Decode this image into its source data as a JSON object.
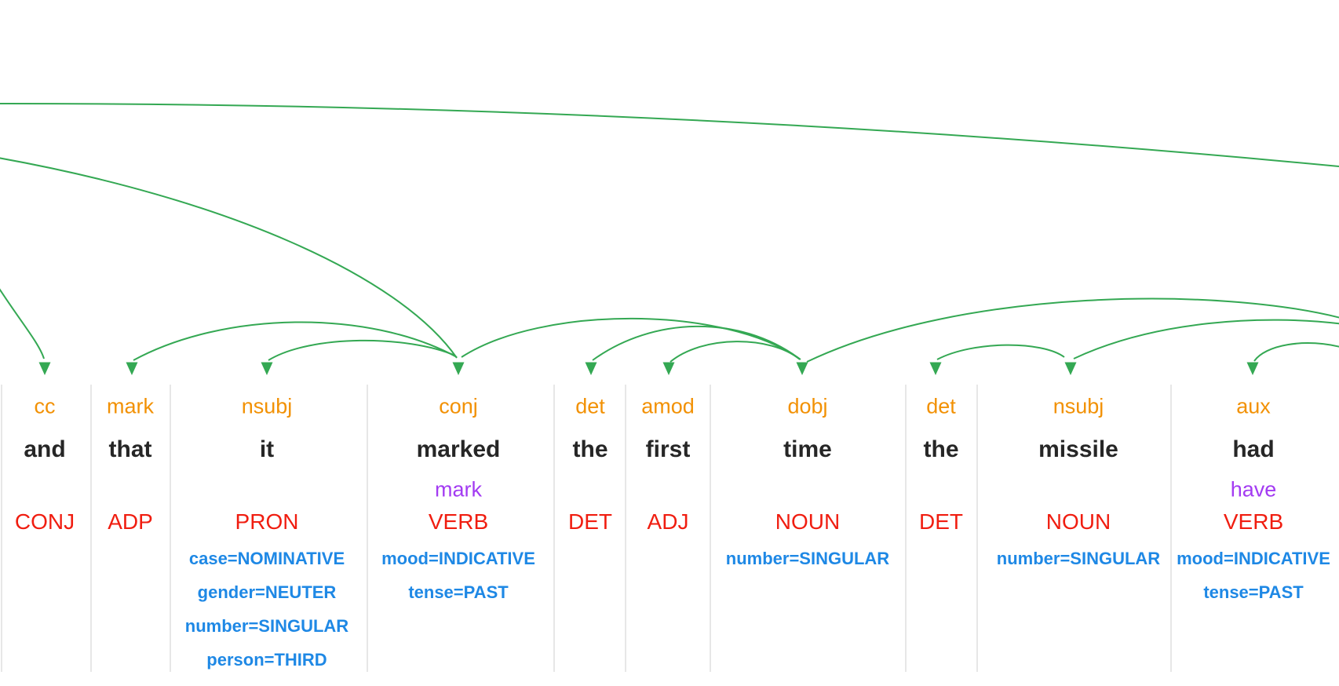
{
  "diagram": {
    "type": "dependency-parse",
    "tokens": [
      {
        "dep": "cc",
        "word": "and",
        "lemma": "",
        "pos": "CONJ",
        "features": []
      },
      {
        "dep": "mark",
        "word": "that",
        "lemma": "",
        "pos": "ADP",
        "features": []
      },
      {
        "dep": "nsubj",
        "word": "it",
        "lemma": "",
        "pos": "PRON",
        "features": [
          "case=NOMINATIVE",
          "gender=NEUTER",
          "number=SINGULAR",
          "person=THIRD"
        ]
      },
      {
        "dep": "conj",
        "word": "marked",
        "lemma": "mark",
        "pos": "VERB",
        "features": [
          "mood=INDICATIVE",
          "tense=PAST"
        ]
      },
      {
        "dep": "det",
        "word": "the",
        "lemma": "",
        "pos": "DET",
        "features": []
      },
      {
        "dep": "amod",
        "word": "first",
        "lemma": "",
        "pos": "ADJ",
        "features": []
      },
      {
        "dep": "dobj",
        "word": "time",
        "lemma": "",
        "pos": "NOUN",
        "features": [
          "number=SINGULAR"
        ]
      },
      {
        "dep": "det",
        "word": "the",
        "lemma": "",
        "pos": "DET",
        "features": []
      },
      {
        "dep": "nsubj",
        "word": "missile",
        "lemma": "",
        "pos": "NOUN",
        "features": [
          "number=SINGULAR"
        ]
      },
      {
        "dep": "aux",
        "word": "had",
        "lemma": "have",
        "pos": "VERB",
        "features": [
          "mood=INDICATIVE",
          "tense=PAST"
        ]
      }
    ],
    "edges": [
      {
        "target": "and",
        "label": "cc",
        "source": "off-screen-left"
      },
      {
        "target": "that",
        "label": "mark",
        "source": "marked"
      },
      {
        "target": "it",
        "label": "nsubj",
        "source": "marked"
      },
      {
        "target": "marked",
        "label": "conj",
        "source": "off-screen-left"
      },
      {
        "target": "the",
        "label": "det",
        "source": "time"
      },
      {
        "target": "first",
        "label": "amod",
        "source": "time"
      },
      {
        "target": "time",
        "label": "dobj",
        "source": "marked"
      },
      {
        "target": "the",
        "label": "det",
        "source": "missile"
      },
      {
        "target": "missile",
        "label": "nsubj",
        "source": "off-screen-right"
      },
      {
        "target": "had",
        "label": "aux",
        "source": "off-screen-right"
      },
      {
        "target": "off-screen-right",
        "label": "",
        "source": "time"
      },
      {
        "target": "off-screen-right",
        "label": "",
        "source": "off-screen-left"
      }
    ]
  },
  "colors": {
    "arc_green": "#34a853",
    "dep_orange": "#f29104",
    "word_black": "#262626",
    "lemma_purple": "#a33bf2",
    "pos_red": "#f01d10",
    "feat_blue": "#1e88e5",
    "separator": "#e7e7e7"
  }
}
